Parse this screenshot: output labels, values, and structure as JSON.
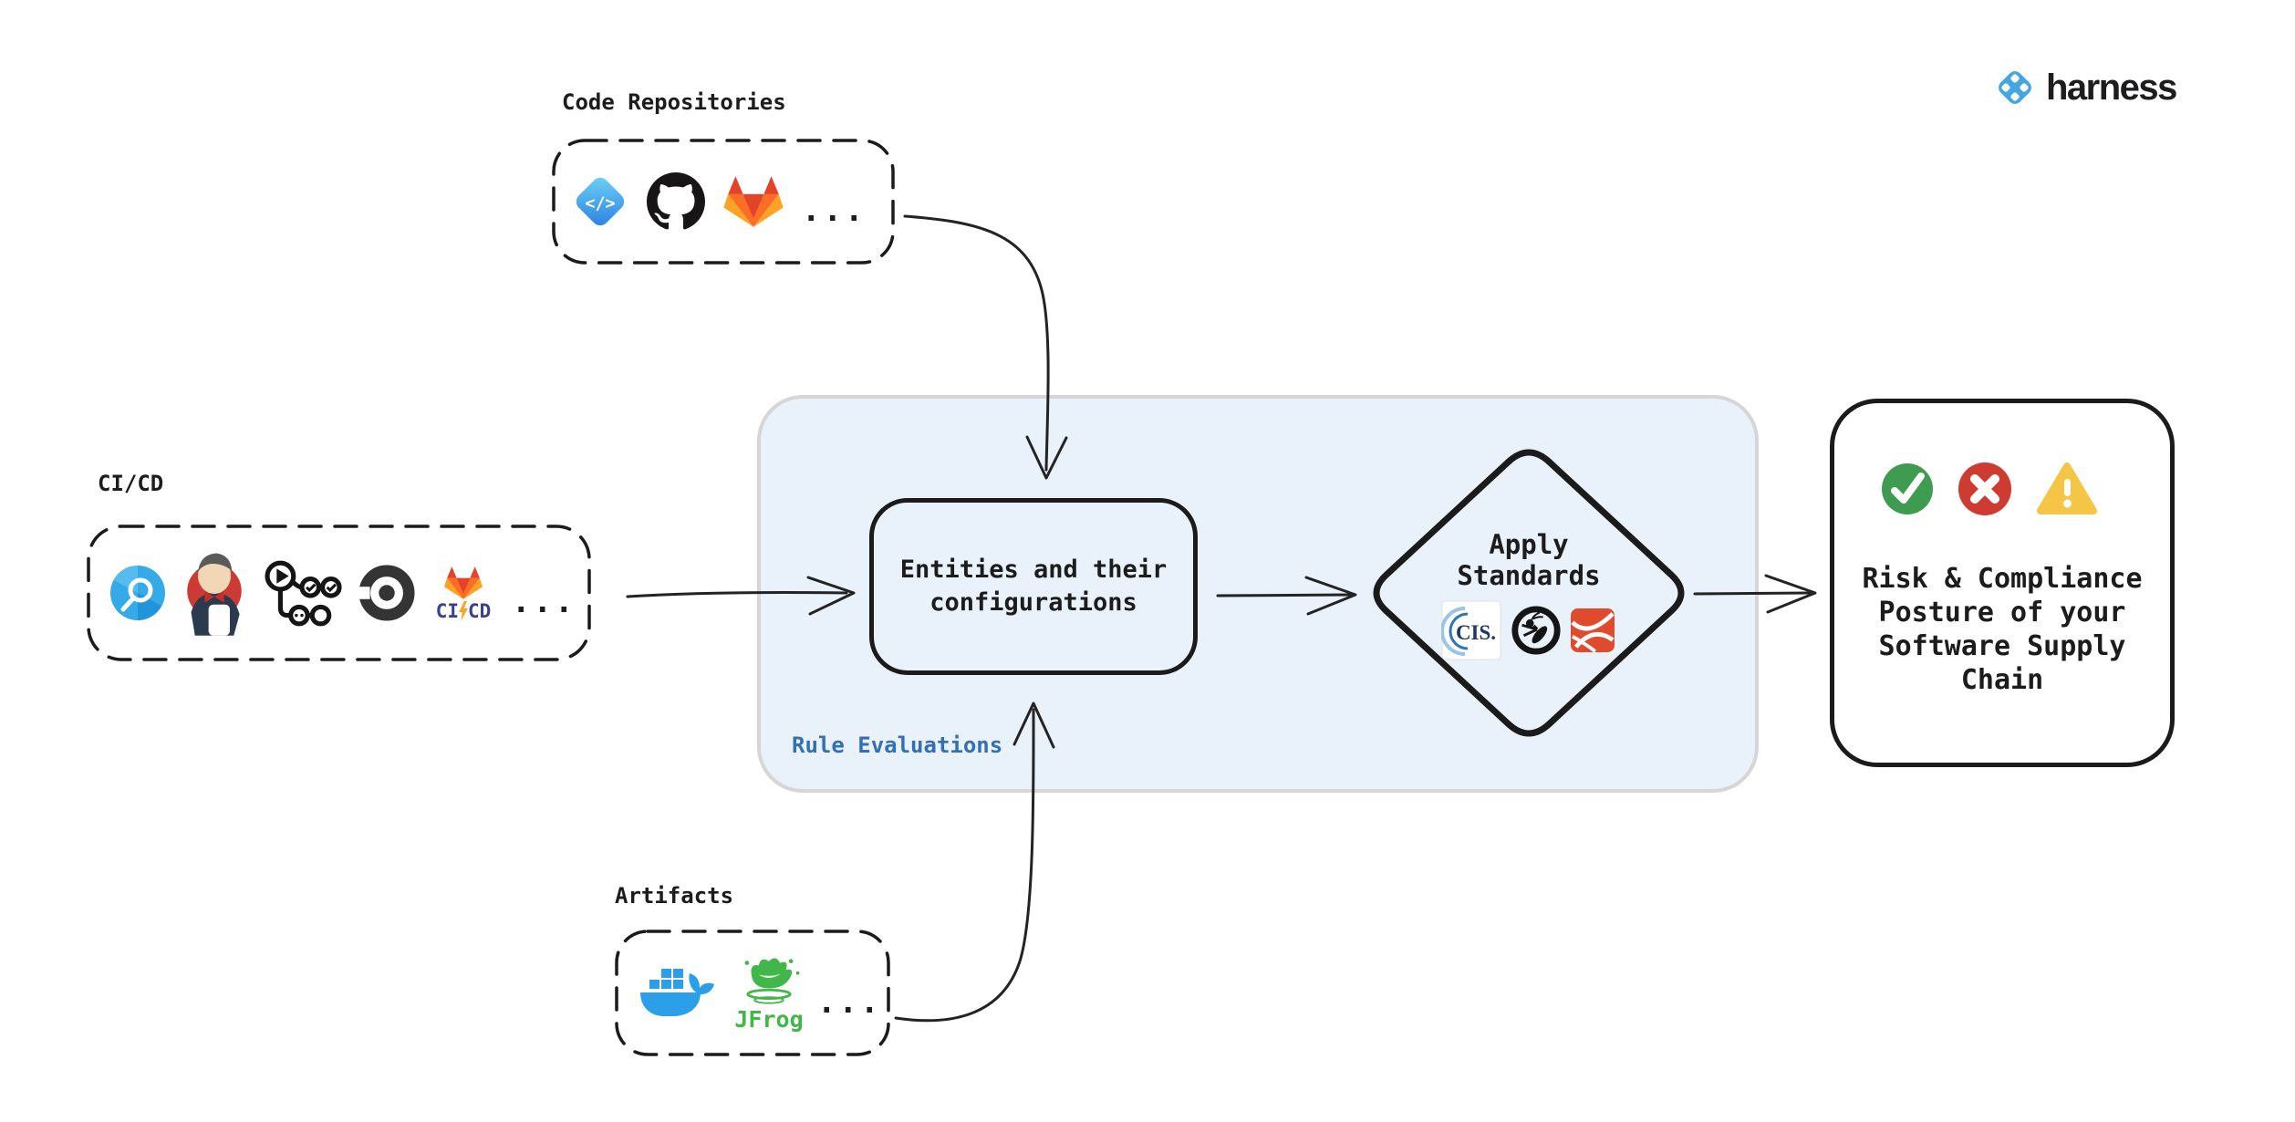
{
  "brand": {
    "name": "harness",
    "accent": "#42a7e0"
  },
  "sources": {
    "code_repositories": {
      "label": "Code Repositories",
      "ellipsis": "...",
      "azure_glyph": "</>",
      "icons": [
        "azure-repos-icon",
        "github-icon",
        "gitlab-icon"
      ]
    },
    "cicd": {
      "label": "CI/CD",
      "ellipsis": "...",
      "gitlab_ci_text": "CI",
      "gitlab_cd_text": "CD",
      "icons": [
        "harness-ci-icon",
        "jenkins-icon",
        "github-actions-icon",
        "circleci-icon",
        "gitlab-cicd-icon"
      ]
    },
    "artifacts": {
      "label": "Artifacts",
      "ellipsis": "...",
      "jfrog_text": "JFrog",
      "icons": [
        "docker-icon",
        "jfrog-icon"
      ]
    }
  },
  "evaluation": {
    "container_label": "Rule Evaluations",
    "entities_box": {
      "line1": "Entities and their",
      "line2": "configurations"
    },
    "apply_standards": {
      "line1": "Apply",
      "line2": "Standards",
      "cis_text": "CIS.",
      "icons": [
        "cis-benchmark-icon",
        "owasp-icon",
        "standard-badge-icon"
      ]
    }
  },
  "outcome": {
    "lines": [
      "Risk & Compliance",
      "Posture of your",
      "Software Supply",
      "Chain"
    ],
    "icons": [
      "pass-check-icon",
      "fail-cross-icon",
      "warning-icon"
    ]
  },
  "colors": {
    "container_fill": "#e9f1fb",
    "container_border": "#d6d6d6",
    "accent_text": "#326fb5",
    "stroke": "#1b1b1b",
    "pass_green": "#3e9b4f",
    "fail_red": "#ce3c31",
    "warning_yellow": "#f5c645",
    "docker_blue": "#2b9fe8",
    "jfrog_green": "#41b649",
    "gitlab_orange": "#fc6d26",
    "harness_blue": "#42a7e0"
  }
}
